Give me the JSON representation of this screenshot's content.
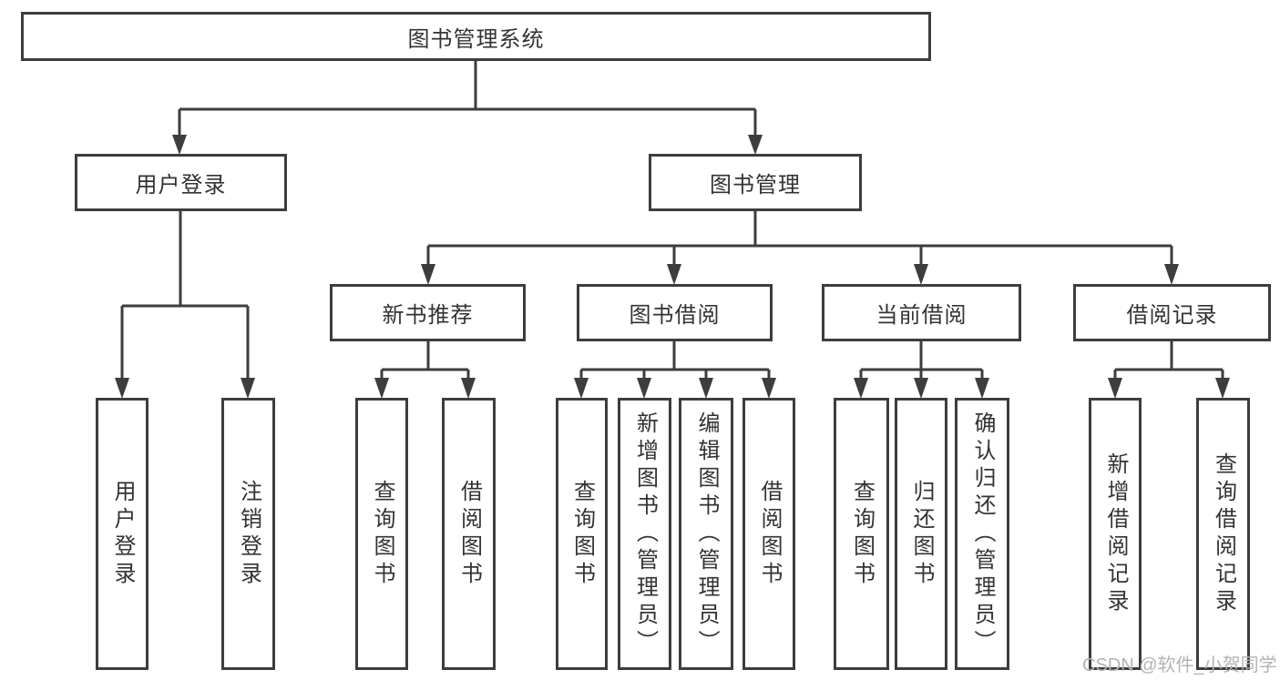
{
  "diagram": {
    "title": "图书管理系统",
    "root": "图书管理系统",
    "level2": [
      "用户登录",
      "图书管理"
    ],
    "level3": [
      "新书推荐",
      "图书借阅",
      "当前借阅",
      "借阅记录"
    ],
    "leaves": [
      "用户登录",
      "注销登录",
      "查询图书",
      "借阅图书",
      "查询图书",
      "新增图书（管理员）",
      "编辑图书（管理员）",
      "借阅图书",
      "查询图书",
      "归还图书",
      "确认归还（管理员）",
      "新增借阅记录",
      "查询借阅记录"
    ],
    "watermark": "CSDN @软件_小贺同学",
    "colors": {
      "line": "#3d3d3d",
      "text": "#333333",
      "watermark": "#b3b3b3",
      "background": "#ffffff"
    }
  }
}
